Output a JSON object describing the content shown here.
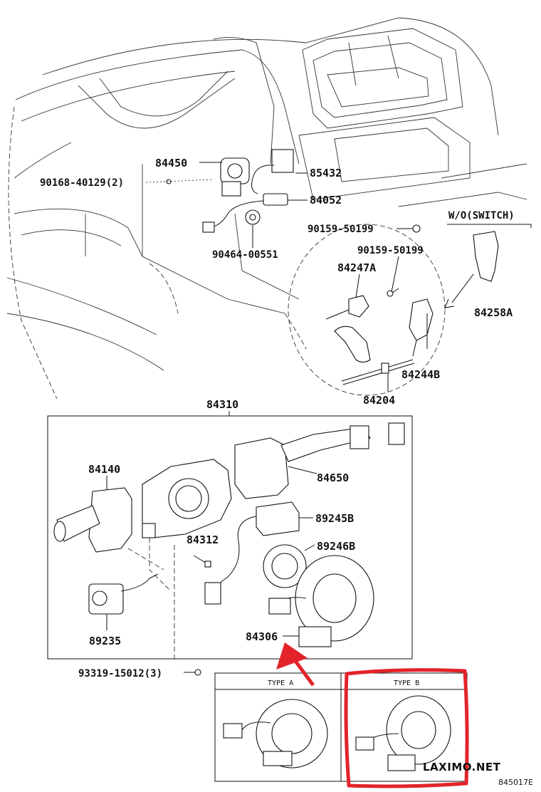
{
  "labels": {
    "p84450": "84450",
    "p85432": "85432",
    "p90168": "90168-40129(2)",
    "p84052": "84052",
    "p90159a": "90159-50199",
    "p90464": "90464-00551",
    "p90159b": "90159-50199",
    "p84247a": "84247A",
    "p84258a": "84258A",
    "p84244b": "84244B",
    "p84204": "84204",
    "wo_switch": "W/O(SWITCH)",
    "p84310": "84310",
    "p84140": "84140",
    "p84650": "84650",
    "p89245b": "89245B",
    "p84312": "84312",
    "p89246b": "89246B",
    "p89235": "89235",
    "p84306": "84306",
    "p93319": "93319-15012(3)",
    "type_a": "TYPE A",
    "type_b": "TYPE B"
  },
  "watermark": "LAXIMO.NET",
  "ref_code": "845017E",
  "colors": {
    "highlight": "#e3232a",
    "ink": "#111111"
  }
}
